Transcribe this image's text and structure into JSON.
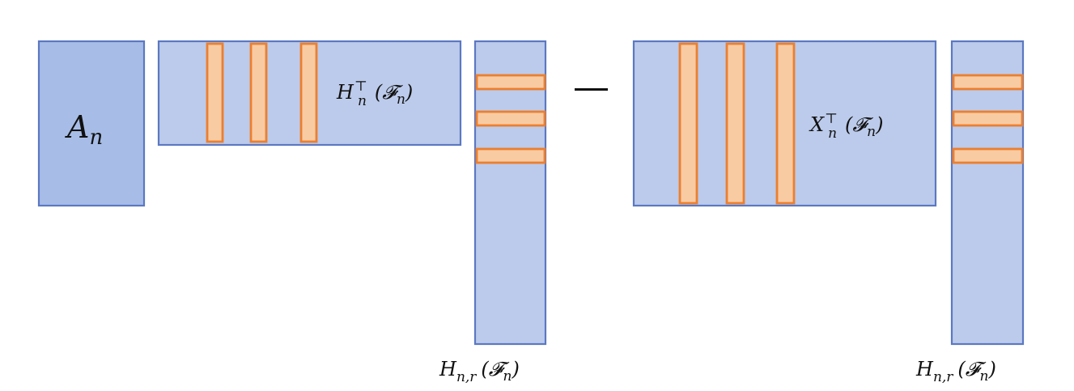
{
  "diagram": {
    "a_matrix": {
      "label": "A",
      "subscript": "n"
    },
    "h_transpose": {
      "label": "H",
      "subscript": "n",
      "superscript": "⊤",
      "argument": "(𝓕",
      "argument_sub": "n",
      "close": ")"
    },
    "h_col_left": {
      "label": "H",
      "subscript": "n,r",
      "argument": "(𝓕",
      "argument_sub": "n",
      "close": ")"
    },
    "operator": "−",
    "x_transpose": {
      "label": "X",
      "subscript": "n",
      "superscript": "⊤",
      "argument": "(𝓕",
      "argument_sub": "n",
      "close": ")"
    },
    "h_col_right": {
      "label": "H",
      "subscript": "n,r",
      "argument": "(𝓕",
      "argument_sub": "n",
      "close": ")"
    },
    "colors": {
      "matrix_fill": "#bccbeb",
      "matrix_fill_dark": "#a7bde7",
      "matrix_stroke": "#5b78c2",
      "highlight_fill": "#f8cba3",
      "highlight_stroke": "#ec7f2f"
    }
  }
}
